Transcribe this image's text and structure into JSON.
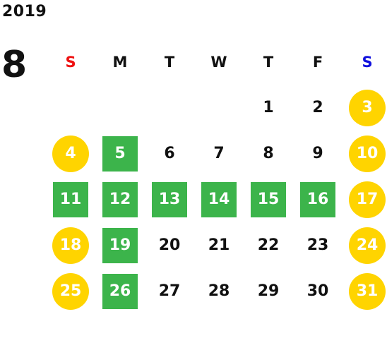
{
  "calendar": {
    "year": "2019",
    "month": "8",
    "weekdays": [
      {
        "label": "S",
        "type": "sun"
      },
      {
        "label": "M",
        "type": ""
      },
      {
        "label": "T",
        "type": ""
      },
      {
        "label": "W",
        "type": ""
      },
      {
        "label": "T",
        "type": ""
      },
      {
        "label": "F",
        "type": ""
      },
      {
        "label": "S",
        "type": "sat"
      }
    ],
    "weeks": [
      [
        null,
        null,
        null,
        null,
        {
          "day": "1"
        },
        {
          "day": "2"
        },
        {
          "day": "3",
          "style": "weekend"
        }
      ],
      [
        {
          "day": "4",
          "style": "weekend"
        },
        {
          "day": "5",
          "style": "marked"
        },
        {
          "day": "6"
        },
        {
          "day": "7"
        },
        {
          "day": "8"
        },
        {
          "day": "9"
        },
        {
          "day": "10",
          "style": "weekend"
        }
      ],
      [
        {
          "day": "11",
          "style": "marked"
        },
        {
          "day": "12",
          "style": "marked"
        },
        {
          "day": "13",
          "style": "marked"
        },
        {
          "day": "14",
          "style": "marked"
        },
        {
          "day": "15",
          "style": "marked"
        },
        {
          "day": "16",
          "style": "marked"
        },
        {
          "day": "17",
          "style": "weekend"
        }
      ],
      [
        {
          "day": "18",
          "style": "weekend"
        },
        {
          "day": "19",
          "style": "marked"
        },
        {
          "day": "20"
        },
        {
          "day": "21"
        },
        {
          "day": "22"
        },
        {
          "day": "23"
        },
        {
          "day": "24",
          "style": "weekend"
        }
      ],
      [
        {
          "day": "25",
          "style": "weekend"
        },
        {
          "day": "26",
          "style": "marked"
        },
        {
          "day": "27"
        },
        {
          "day": "28"
        },
        {
          "day": "29"
        },
        {
          "day": "30"
        },
        {
          "day": "31",
          "style": "weekend"
        }
      ]
    ],
    "colors": {
      "weekend_circle": "#ffd400",
      "marked_square": "#3cb44b",
      "sunday_header": "#ee1111",
      "saturday_header": "#1111dd"
    }
  }
}
